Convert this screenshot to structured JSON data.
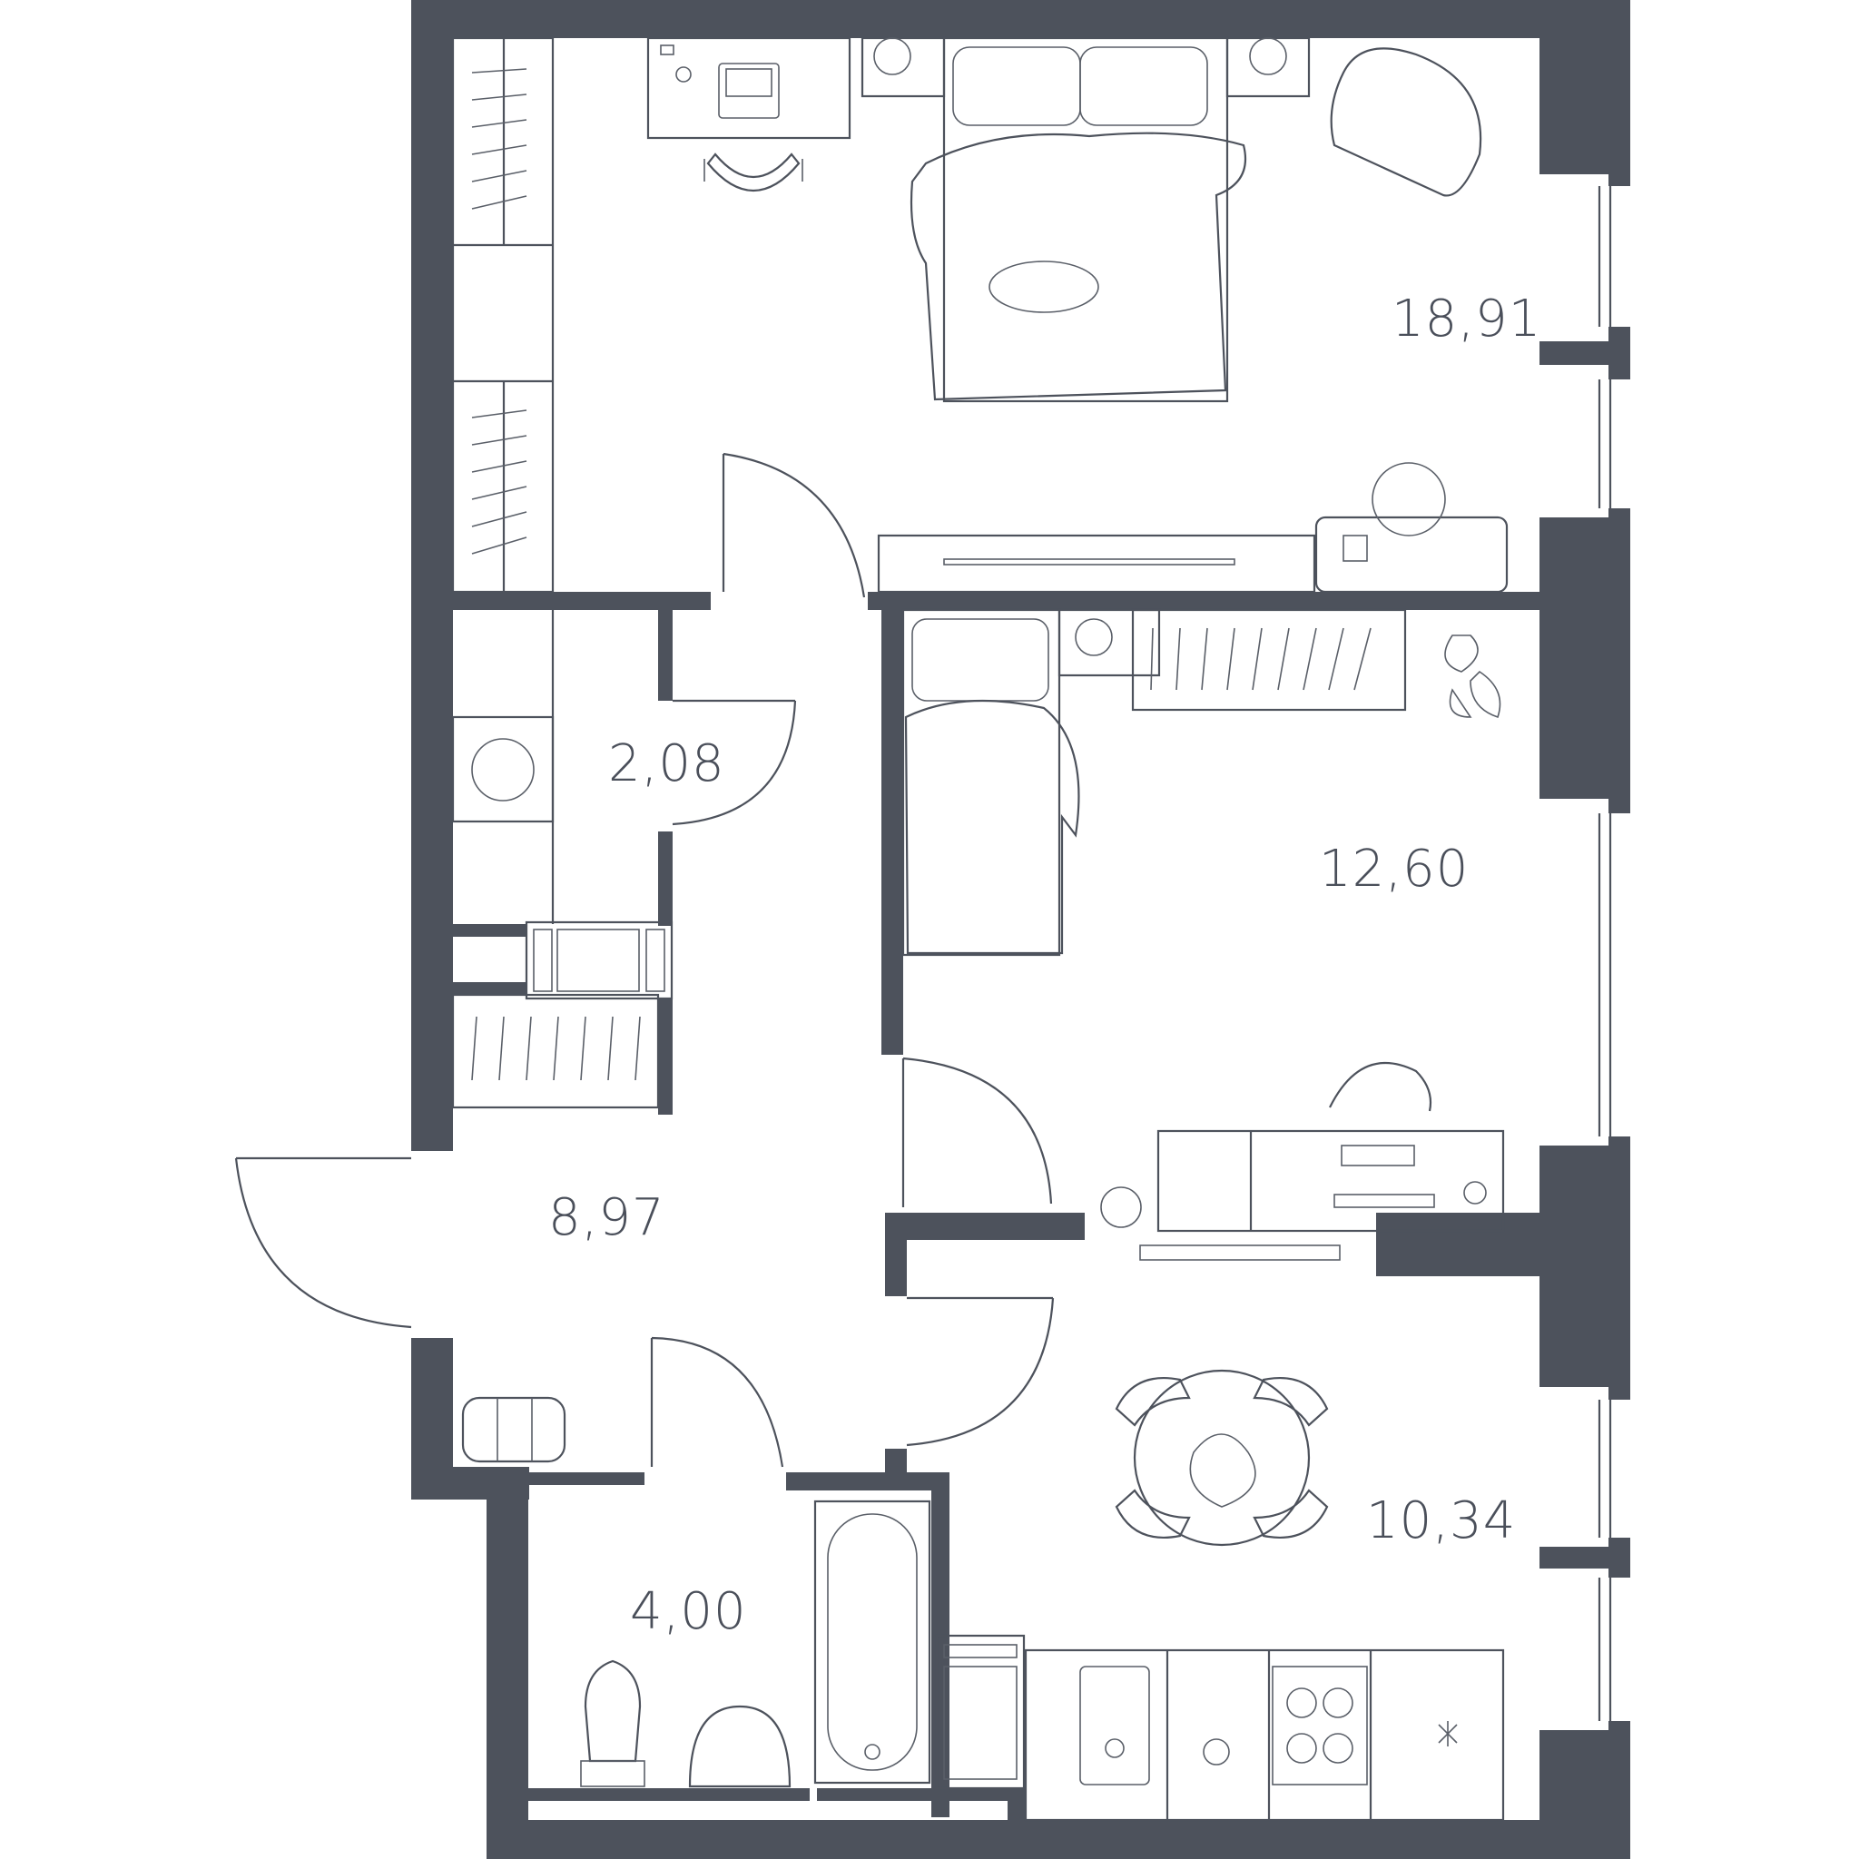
{
  "plan": {
    "colors": {
      "wall": "#4d525c",
      "line": "#4d525c",
      "background": "#ffffff",
      "label": "#4a4f5a"
    },
    "rooms": [
      {
        "id": "bedroom",
        "area": "18,91"
      },
      {
        "id": "storage",
        "area": "2,08"
      },
      {
        "id": "kids-room",
        "area": "12,60"
      },
      {
        "id": "hallway",
        "area": "8,97"
      },
      {
        "id": "kitchen",
        "area": "10,34"
      },
      {
        "id": "bathroom",
        "area": "4,00"
      }
    ]
  }
}
